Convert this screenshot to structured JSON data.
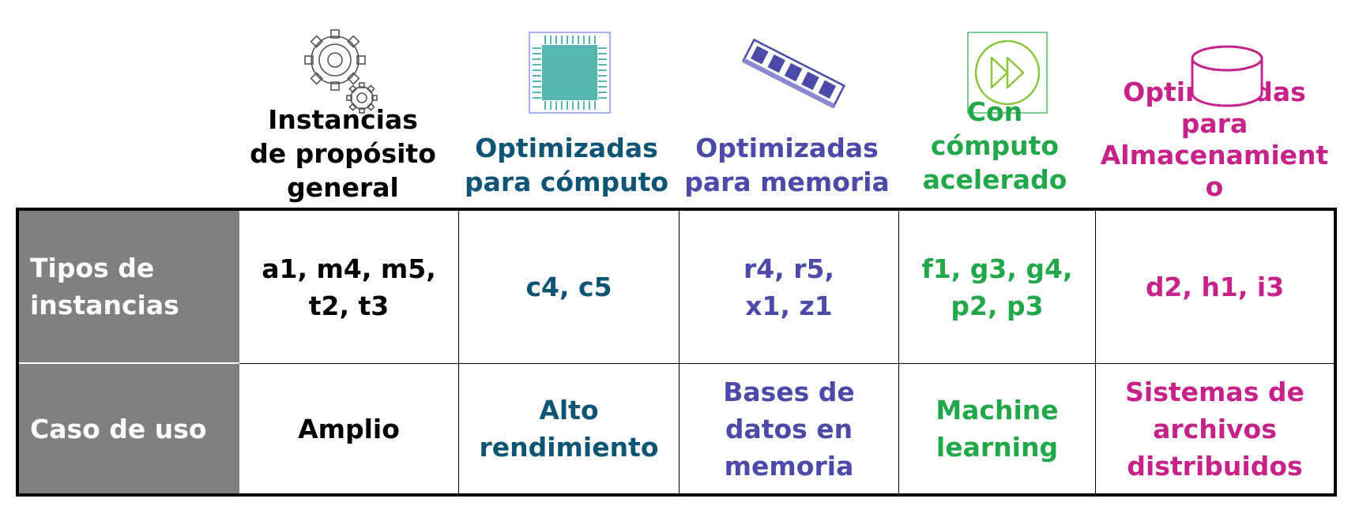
{
  "colors": {
    "general": "#000000",
    "compute": "#0e5575",
    "memory": "#4b4aa8",
    "accelerated": "#22a84a",
    "storage": "#c7228a",
    "row_header_bg": "#808080",
    "row_header_text": "#ffffff",
    "icon_chip": "#55b7ad",
    "icon_ram": "#4b4aa8",
    "icon_accel": "#8cc63e"
  },
  "icons": [
    "gears-icon",
    "cpu-chip-icon",
    "ram-stick-icon",
    "fast-forward-icon",
    "database-cylinder-icon"
  ],
  "columns": [
    {
      "key": "general",
      "header_lines": [
        "Instancias",
        "de propósito",
        "general"
      ]
    },
    {
      "key": "compute",
      "header_lines": [
        "Optimizadas",
        "para cómputo"
      ]
    },
    {
      "key": "memory",
      "header_lines": [
        "Optimizadas",
        "para memoria"
      ]
    },
    {
      "key": "accelerated",
      "header_lines": [
        "Con",
        "cómputo",
        "acelerado"
      ]
    },
    {
      "key": "storage",
      "header_lines": [
        "Optimizadas",
        "para",
        "Almacenamient",
        "o"
      ]
    }
  ],
  "rows": [
    {
      "label_lines": [
        "Tipos de",
        "instancias"
      ],
      "cells": [
        [
          "a1, m4, m5,",
          "t2, t3"
        ],
        [
          "c4, c5"
        ],
        [
          "r4, r5,",
          "x1, z1"
        ],
        [
          "f1, g3, g4,",
          "p2, p3"
        ],
        [
          "d2, h1, i3"
        ]
      ]
    },
    {
      "label_lines": [
        "Caso de uso"
      ],
      "cells": [
        [
          "Amplio"
        ],
        [
          "Alto",
          "rendimiento"
        ],
        [
          "Bases de",
          "datos en",
          "memoria"
        ],
        [
          "Machine",
          "learning"
        ],
        [
          "Sistemas de",
          "archivos",
          "distribuidos"
        ]
      ]
    }
  ]
}
